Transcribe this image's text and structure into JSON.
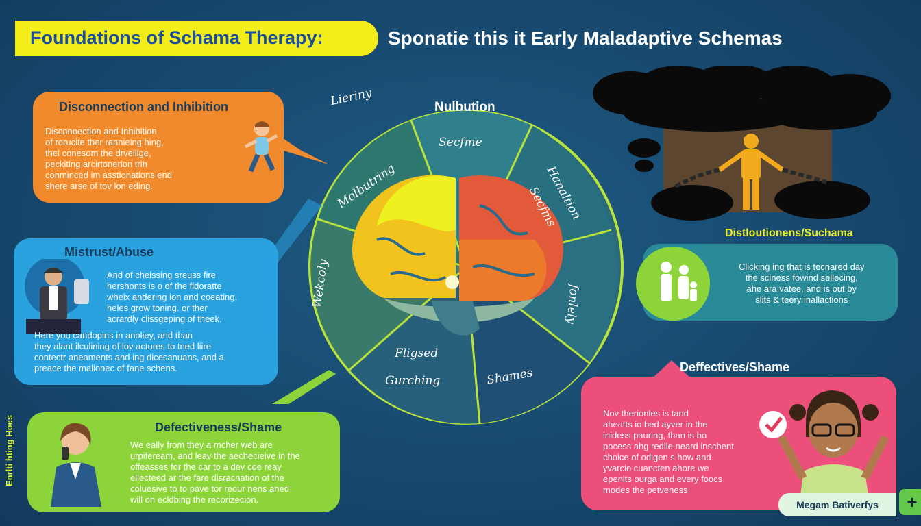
{
  "header": {
    "title_main": "Foundations of Schama Therapy:",
    "title_sub": "Sponatie this it Early Maladaptive Schemas"
  },
  "cards": {
    "orange": {
      "title": "Disconnection and Inhibition",
      "lines": [
        "Disconoection and Inhibition",
        "of rorucite ther rannieing hing,",
        "thei conesom the drveilige,",
        "peckiting arcirtonerion trih",
        "conminced im asstionations end",
        "shere arse of tov lon eding."
      ]
    },
    "blue": {
      "title": "Mistrust/Abuse",
      "lines": [
        "And of cheissing sreuss fire",
        "hershonts is o of the fidoratte",
        "wheix andering ion and coeating.",
        "heles grow toning. or ther",
        "acrardly clissgeping of theek.",
        "Here you candopins in anoliey, and than",
        "they alant ilculining of lov actures to tned liire",
        "contectr aneaments and ing dicesanuans, and a",
        "preace the malionec of fane schens."
      ]
    },
    "green": {
      "title": "Defectiveness/Shame",
      "lines": [
        "We eally from they a mcher web are",
        "urpifeream, and leav the aechecieive in the",
        "offeasses for the car to a dev coe reay",
        "ellecteed ar the fare disracnation of the",
        "coluesive to to pave tor reour nens aned",
        "will on ecldbing the recorizecion."
      ]
    },
    "teal": {
      "title": "Distloutionens/Suchama",
      "lines": [
        "Clicking ing that is tecnared day",
        "the sciness fowind sellecing,",
        "ahe ara vatee, and is out by",
        "slits & teery inallactions"
      ]
    },
    "pink": {
      "title": "Deffectives/Shame",
      "lines": [
        "Nov therionles is tand",
        "aheatts io bed ayver in the",
        "inidess pauring, than is bo",
        "pocess ahg redile neard inschent",
        "choice of odigen s how and",
        "yvarcio cuancten ahore we",
        "epenits ourga and every foocs",
        "modes the petveness"
      ]
    }
  },
  "wheel": {
    "top_label": "Nulbution",
    "top_script": "Lieriny",
    "segments": [
      "Secfme",
      "Hanaltion",
      "Secfms",
      "Molbutring",
      "Wekcoly",
      "fonlely",
      "Fligsed",
      "Gurching",
      "Shames"
    ]
  },
  "side_text": "Enrlti hting Hoes",
  "badge": {
    "label": "Megam Bativerfys",
    "plus": "+"
  },
  "colors": {
    "background": "#18496f",
    "title_pill": "#f3ee1a",
    "orange_card": "#f08a2c",
    "blue_card": "#2aa2e0",
    "green_card": "#8cd43a",
    "teal_card": "#2a8a98",
    "pink_card": "#ec4f7a",
    "wheel_ring": "#b9e33a"
  },
  "icons": [
    "brain-icon",
    "cloud-icon",
    "chained-person-icon",
    "family-icon",
    "child-running-icon",
    "man-phone-icon",
    "woman-phone-icon",
    "girl-glasses-icon",
    "check-icon"
  ]
}
